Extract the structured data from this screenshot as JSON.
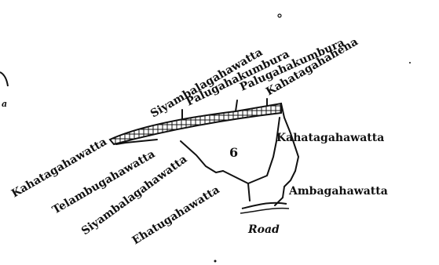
{
  "plan": {
    "lot_number": "6",
    "boundary_labels": {
      "siyambalagahawatta_top": "Siyambalagahawatta",
      "palugahakumbura_1": "Palugahakumbura",
      "palugahakumbura_2": "Palugahakumbura",
      "kahatagahahena": "Kahatagahahena",
      "kahatagahawatta_east": "Kahatagahawatta",
      "ambagahawatta": "Ambagahawatta",
      "road": "Road",
      "kahatagahawatta_west": "Kahatagahawatta",
      "telambugahawatta": "Telambugahawatta",
      "siyambalagahawatta_bottom": "Siyambalagahawatta",
      "ehatugahawatta": "Ehatugahawatta"
    },
    "margin_fragment": "a",
    "colors": {
      "ink": "#111111",
      "paper": "#ffffff"
    }
  }
}
